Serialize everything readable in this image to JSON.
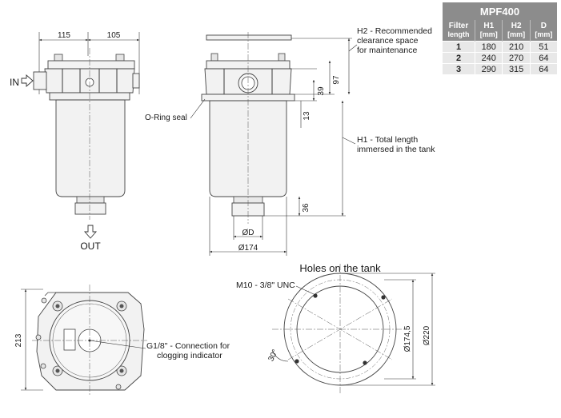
{
  "spec_table": {
    "title": "MPF400",
    "headers": [
      {
        "name": "Filter",
        "unit": "length"
      },
      {
        "name": "H1",
        "unit": "[mm]"
      },
      {
        "name": "H2",
        "unit": "[mm]"
      },
      {
        "name": "D",
        "unit": "[mm]"
      }
    ],
    "rows": [
      [
        "1",
        "180",
        "210",
        "51"
      ],
      [
        "2",
        "240",
        "270",
        "64"
      ],
      [
        "3",
        "290",
        "315",
        "64"
      ]
    ]
  },
  "front_view": {
    "dim_left": "115",
    "dim_right": "105",
    "inlet_label": "IN",
    "outlet_label": "OUT"
  },
  "side_view": {
    "oring_label": "O-Ring seal",
    "dim_97": "97",
    "dim_39": "39",
    "dim_13": "13",
    "dim_36": "36",
    "dim_d": "ØD",
    "dim_174": "Ø174"
  },
  "annotations": {
    "h2_line1": "H2 - Recommended",
    "h2_line2": "clearance space",
    "h2_line3": "for maintenance",
    "h1_line1": "H1 - Total length",
    "h1_line2": "immersed in the tank"
  },
  "top_view": {
    "dim_213": "213",
    "g18_line1": "G1/8\" - Connection for",
    "g18_line2": "clogging indicator"
  },
  "holes_view": {
    "title": "Holes on the tank",
    "thread_label": "M10 - 3/8\" UNC",
    "dim_1745": "Ø174,5",
    "dim_220": "Ø220",
    "angle": "30°"
  },
  "colors": {
    "table_header": "#8c8c8c",
    "table_cell": "#e8e8e8",
    "part_fill": "#f2f2f2"
  }
}
